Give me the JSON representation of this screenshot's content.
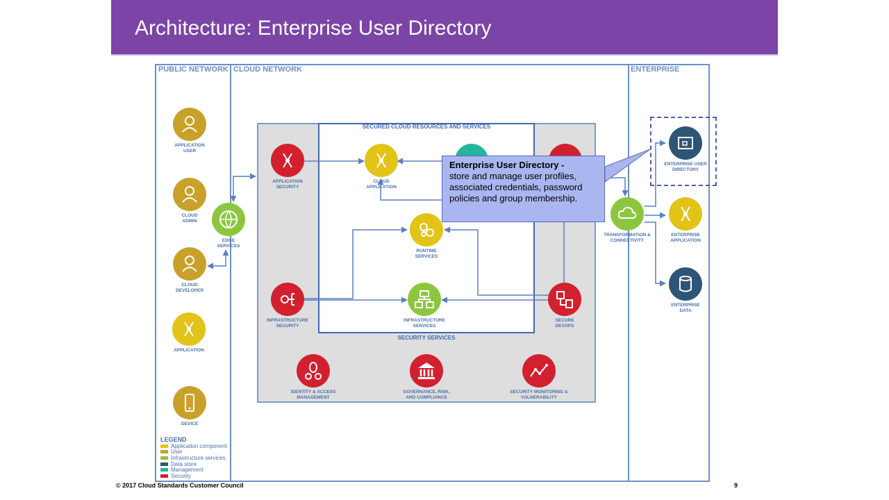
{
  "title": "Architecture: Enterprise User Directory",
  "zones": {
    "public": "PUBLIC NETWORK",
    "cloud": "CLOUD NETWORK",
    "enterprise": "ENTERPRISE"
  },
  "sections": {
    "secured": "SECURED CLOUD RESOURCES AND SERVICES",
    "security": "SECURITY SERVICES"
  },
  "nodes": {
    "application_user": "APPLICATION USER",
    "cloud_admin": "CLOUD ADMIN",
    "cloud_developer": "CLOUD DEVELOPER",
    "application": "APPLICATION",
    "device": "DEVICE",
    "edge_services": "EDGE SERVICES",
    "application_security": "APPLICATION SECURITY",
    "cloud_application": "CLOUD APPLICATION",
    "runtime_services": "RUNTIME SERVICES",
    "infrastructure_security": "INFRASTRUCTURE SECURITY",
    "infrastructure_services": "INFRASTRUCTURE SERVICES",
    "secure_devops": "SECURE DEVOPS",
    "identity_access": "IDENTITY & ACCESS MANAGEMENT",
    "governance": "GOVERNANCE, RISK, AND COMPLIANCE",
    "security_monitoring": "SECURITY MONITORING & VULNERABILITY",
    "transformation": "TRANSFORMATION & CONNECTIVITY",
    "enterprise_user_directory": "ENTERPRISE USER DIRECTORY",
    "enterprise_application": "ENTERPRISE APPLICATION",
    "enterprise_data": "ENTERPRISE DATA"
  },
  "callout": {
    "heading": "Enterprise User Directory -",
    "body": "store and manage user profiles, associated credentials, password policies and group membership."
  },
  "legend": {
    "title": "LEGEND",
    "items": [
      {
        "label": "Application component",
        "color": "#e2c318"
      },
      {
        "label": "User",
        "color": "#c9a12a"
      },
      {
        "label": "Infrastructure services",
        "color": "#8cc63f"
      },
      {
        "label": "Data store",
        "color": "#2d5576"
      },
      {
        "label": "Management",
        "color": "#25b59c"
      },
      {
        "label": "Security",
        "color": "#d3202f"
      }
    ]
  },
  "footer": {
    "copyright": "© 2017 Cloud Standards Customer Council",
    "page": "9"
  },
  "colors": {
    "banner": "#7b44a6",
    "application": "#e2c318",
    "user": "#c9a12a",
    "infrastructure": "#8cc63f",
    "data": "#2d5576",
    "management": "#25b59c",
    "security": "#d3202f",
    "highlight": "#4b5bb4"
  }
}
